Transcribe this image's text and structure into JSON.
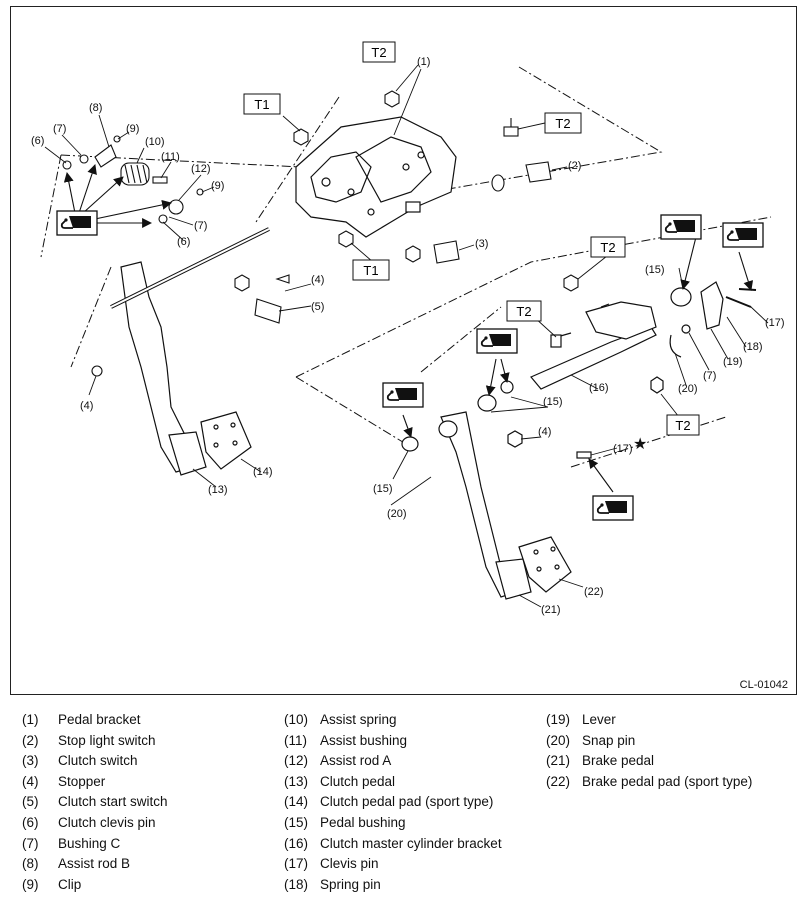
{
  "figure": {
    "id": "CL-01042",
    "callouts": [
      {
        "id": "c1",
        "text": "(1)"
      },
      {
        "id": "c2",
        "text": "(2)"
      },
      {
        "id": "c3",
        "text": "(3)"
      },
      {
        "id": "c4a",
        "text": "(4)"
      },
      {
        "id": "c4b",
        "text": "(4)"
      },
      {
        "id": "c4c",
        "text": "(4)"
      },
      {
        "id": "c5",
        "text": "(5)"
      },
      {
        "id": "c6a",
        "text": "(6)"
      },
      {
        "id": "c6b",
        "text": "(6)"
      },
      {
        "id": "c7a",
        "text": "(7)"
      },
      {
        "id": "c7b",
        "text": "(7)"
      },
      {
        "id": "c7c",
        "text": "(7)"
      },
      {
        "id": "c8",
        "text": "(8)"
      },
      {
        "id": "c9a",
        "text": "(9)"
      },
      {
        "id": "c9b",
        "text": "(9)"
      },
      {
        "id": "c10",
        "text": "(10)"
      },
      {
        "id": "c11",
        "text": "(11)"
      },
      {
        "id": "c12",
        "text": "(12)"
      },
      {
        "id": "c13",
        "text": "(13)"
      },
      {
        "id": "c14",
        "text": "(14)"
      },
      {
        "id": "c15a",
        "text": "(15)"
      },
      {
        "id": "c15b",
        "text": "(15)"
      },
      {
        "id": "c15c",
        "text": "(15)"
      },
      {
        "id": "c16",
        "text": "(16)"
      },
      {
        "id": "c17a",
        "text": "(17)"
      },
      {
        "id": "c17b",
        "text": "(17)"
      },
      {
        "id": "c18",
        "text": "(18)"
      },
      {
        "id": "c19",
        "text": "(19)"
      },
      {
        "id": "c20a",
        "text": "(20)"
      },
      {
        "id": "c20b",
        "text": "(20)"
      },
      {
        "id": "c21",
        "text": "(21)"
      },
      {
        "id": "c22",
        "text": "(22)"
      }
    ],
    "torque_tags": [
      {
        "id": "t2a",
        "text": "T2"
      },
      {
        "id": "t1a",
        "text": "T1"
      },
      {
        "id": "t2b",
        "text": "T2"
      },
      {
        "id": "t1b",
        "text": "T1"
      },
      {
        "id": "t2c",
        "text": "T2"
      },
      {
        "id": "t2d",
        "text": "T2"
      },
      {
        "id": "t2e",
        "text": "T2"
      }
    ],
    "star_symbol": "★",
    "grease_icon": "grease-applicator-icon"
  },
  "legend": {
    "columns": [
      [
        {
          "num": "(1)",
          "name": "Pedal bracket"
        },
        {
          "num": "(2)",
          "name": "Stop light switch"
        },
        {
          "num": "(3)",
          "name": "Clutch switch"
        },
        {
          "num": "(4)",
          "name": "Stopper"
        },
        {
          "num": "(5)",
          "name": "Clutch start switch"
        },
        {
          "num": "(6)",
          "name": "Clutch clevis pin"
        },
        {
          "num": "(7)",
          "name": "Bushing C"
        },
        {
          "num": "(8)",
          "name": "Assist rod B"
        },
        {
          "num": "(9)",
          "name": "Clip"
        }
      ],
      [
        {
          "num": "(10)",
          "name": "Assist spring"
        },
        {
          "num": "(11)",
          "name": "Assist bushing"
        },
        {
          "num": "(12)",
          "name": "Assist rod A"
        },
        {
          "num": "(13)",
          "name": "Clutch pedal"
        },
        {
          "num": "(14)",
          "name": "Clutch pedal pad (sport type)"
        },
        {
          "num": "(15)",
          "name": "Pedal bushing"
        },
        {
          "num": "(16)",
          "name": "Clutch master cylinder bracket"
        },
        {
          "num": "(17)",
          "name": "Clevis pin"
        },
        {
          "num": "(18)",
          "name": "Spring pin"
        }
      ],
      [
        {
          "num": "(19)",
          "name": "Lever"
        },
        {
          "num": "(20)",
          "name": "Snap pin"
        },
        {
          "num": "(21)",
          "name": "Brake pedal"
        },
        {
          "num": "(22)",
          "name": "Brake pedal pad (sport type)"
        }
      ]
    ]
  }
}
